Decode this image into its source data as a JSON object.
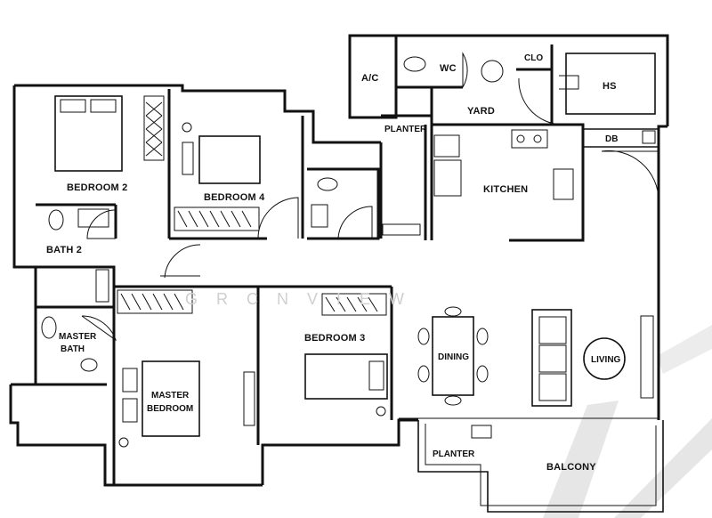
{
  "rooms": {
    "bedroom2": "BEDROOM 2",
    "bedroom4": "BEDROOM 4",
    "bath2": "BATH 2",
    "master_bath_line1": "MASTER",
    "master_bath_line2": "BATH",
    "master_bedroom_line1": "MASTER",
    "master_bedroom_line2": "BEDROOM",
    "bedroom3": "BEDROOM 3",
    "dining": "DINING",
    "living": "LIVING",
    "kitchen": "KITCHEN",
    "yard": "YARD",
    "wc": "WC",
    "clo": "CLO",
    "hs": "HS",
    "ac": "A/C",
    "db": "DB",
    "planter_top": "PLANTER",
    "planter_bottom": "PLANTER",
    "balcony": "BALCONY"
  },
  "watermark": "GRCNVIEW"
}
